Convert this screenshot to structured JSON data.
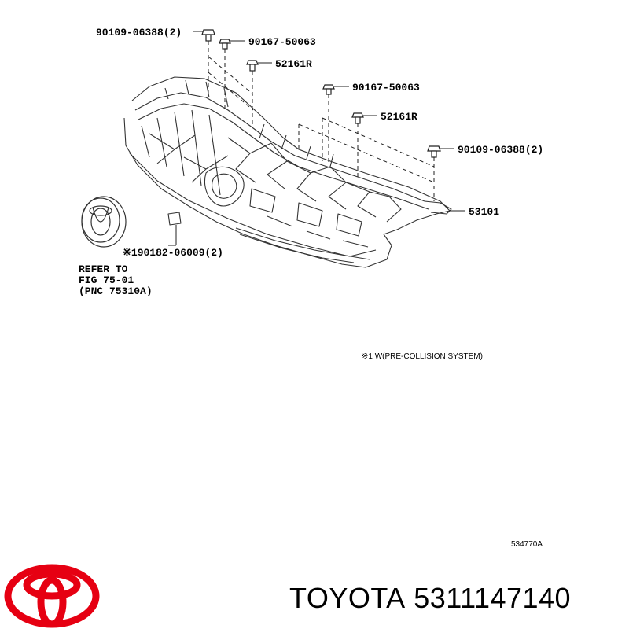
{
  "callouts": {
    "bolt_top_left": "90109-06388(2)",
    "clip_top": "90167-50063",
    "clip_r_top": "52161R",
    "clip_mid": "90167-50063",
    "clip_r_mid": "52161R",
    "bolt_right": "90109-06388(2)",
    "grille": "53101",
    "sensor_bracket": "※190182-06009(2)"
  },
  "reference": {
    "line1": "REFER TO",
    "line2": "FIG 75-01",
    "line3": "(PNC 75310A)"
  },
  "footnote": "※1 W(PRE-COLLISION SYSTEM)",
  "diagram_code": "534770A",
  "brand": {
    "name": "TOYOTA",
    "part_number": "5311147140",
    "logo_color": "#e60012"
  }
}
